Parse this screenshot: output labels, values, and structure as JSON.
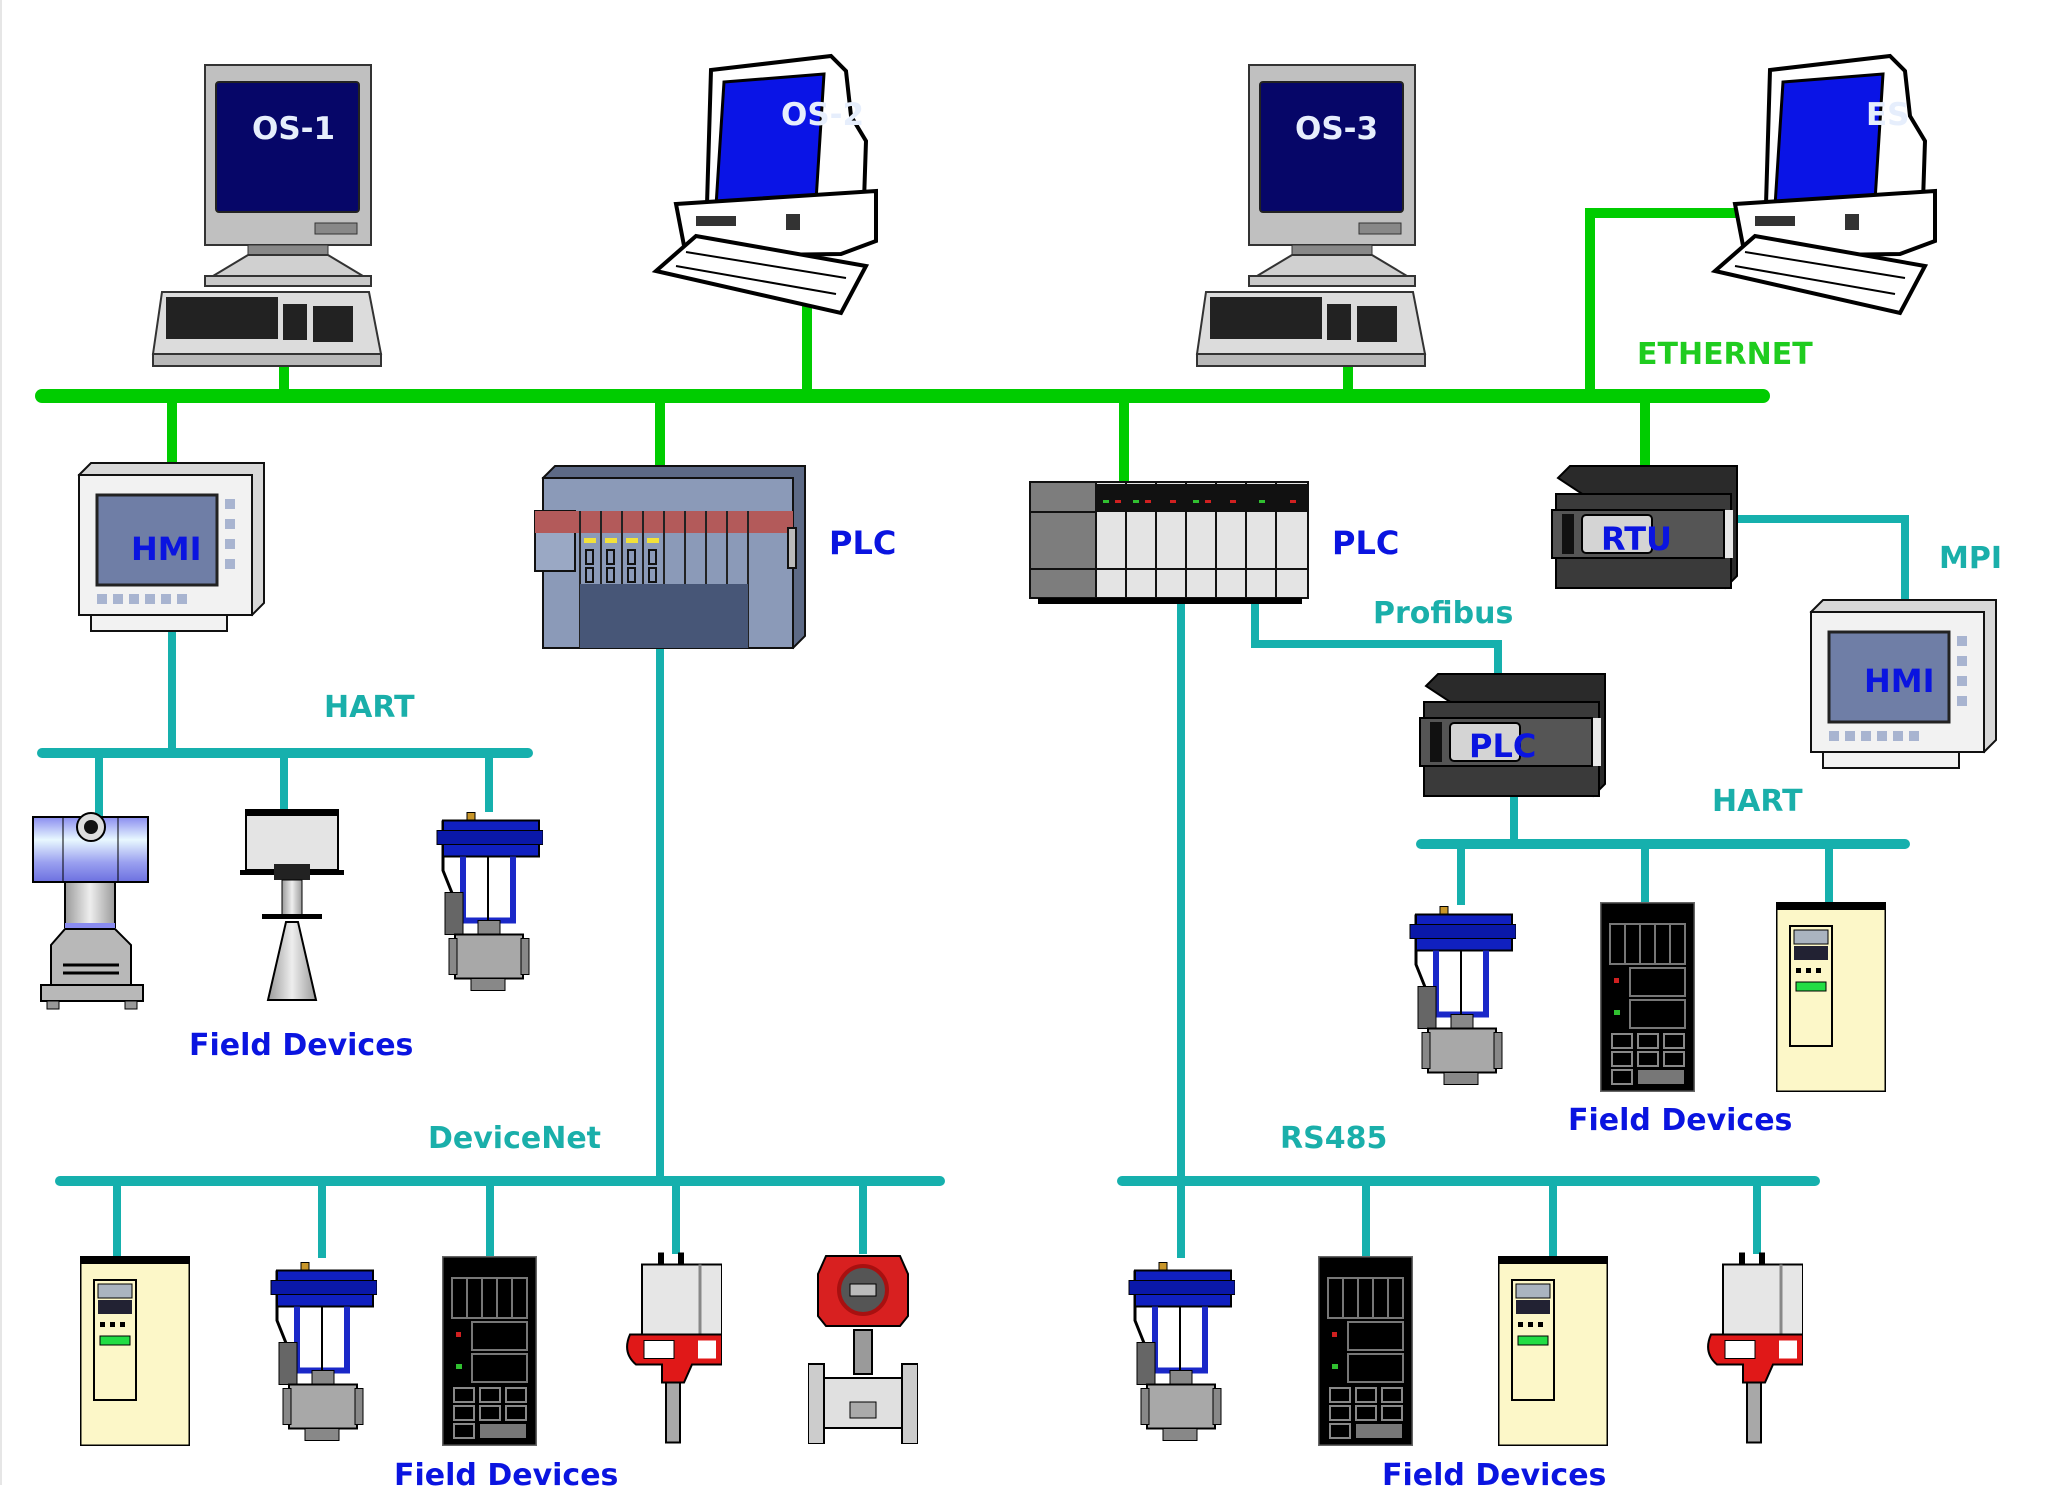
{
  "diagram": {
    "title": "Industrial control network architecture",
    "colors": {
      "ethernet": "#00cc00",
      "fieldbus": "#16b0ad",
      "device_label": "#0a14e0",
      "network_label": "#1aafaa",
      "ethernet_label": "#22cc22"
    },
    "workstations": [
      {
        "id": "os1",
        "label": "OS-1",
        "type": "operator-station"
      },
      {
        "id": "os2",
        "label": "OS-2",
        "type": "operator-station"
      },
      {
        "id": "os3",
        "label": "OS-3",
        "type": "operator-station"
      },
      {
        "id": "es",
        "label": "ES",
        "type": "engineering-station"
      }
    ],
    "networks": {
      "ethernet": "ETHERNET",
      "hart_left": "HART",
      "devicenet": "DeviceNet",
      "profibus": "Profibus",
      "mpi": "MPI",
      "hart_right": "HART",
      "rs485": "RS485"
    },
    "controllers": {
      "hmi_left": "HMI",
      "plc_rack": "PLC",
      "plc_modular": "PLC",
      "rtu": "RTU",
      "hmi_right": "HMI",
      "plc_compact": "PLC"
    },
    "field_device_groups": [
      {
        "id": "hart-left",
        "label": "Field Devices",
        "bus": "HART",
        "devices": [
          "pressure-transmitter",
          "radar-level-sensor",
          "control-valve"
        ]
      },
      {
        "id": "devicenet",
        "label": "Field Devices",
        "bus": "DeviceNet",
        "devices": [
          "variable-frequency-drive",
          "control-valve",
          "controller-panel",
          "valve-actuator",
          "flow-meter"
        ]
      },
      {
        "id": "hart-right",
        "label": "Field Devices",
        "bus": "HART",
        "devices": [
          "control-valve",
          "controller-panel",
          "variable-frequency-drive"
        ]
      },
      {
        "id": "rs485",
        "label": "Field Devices",
        "bus": "RS485",
        "devices": [
          "control-valve",
          "controller-panel",
          "variable-frequency-drive",
          "valve-actuator"
        ]
      }
    ],
    "connections": [
      [
        "OS-1",
        "ETHERNET"
      ],
      [
        "OS-2",
        "ETHERNET"
      ],
      [
        "OS-3",
        "ETHERNET"
      ],
      [
        "ES",
        "ETHERNET"
      ],
      [
        "ETHERNET",
        "HMI"
      ],
      [
        "ETHERNET",
        "PLC (rack)"
      ],
      [
        "ETHERNET",
        "PLC (modular)"
      ],
      [
        "ETHERNET",
        "RTU"
      ],
      [
        "HMI",
        "HART"
      ],
      [
        "PLC (rack)",
        "DeviceNet"
      ],
      [
        "PLC (modular)",
        "RS485"
      ],
      [
        "PLC (modular)",
        "Profibus"
      ],
      [
        "Profibus",
        "PLC (compact)"
      ],
      [
        "RTU",
        "MPI"
      ],
      [
        "MPI",
        "HMI (right)"
      ],
      [
        "PLC (compact)",
        "HART (right)"
      ]
    ]
  }
}
